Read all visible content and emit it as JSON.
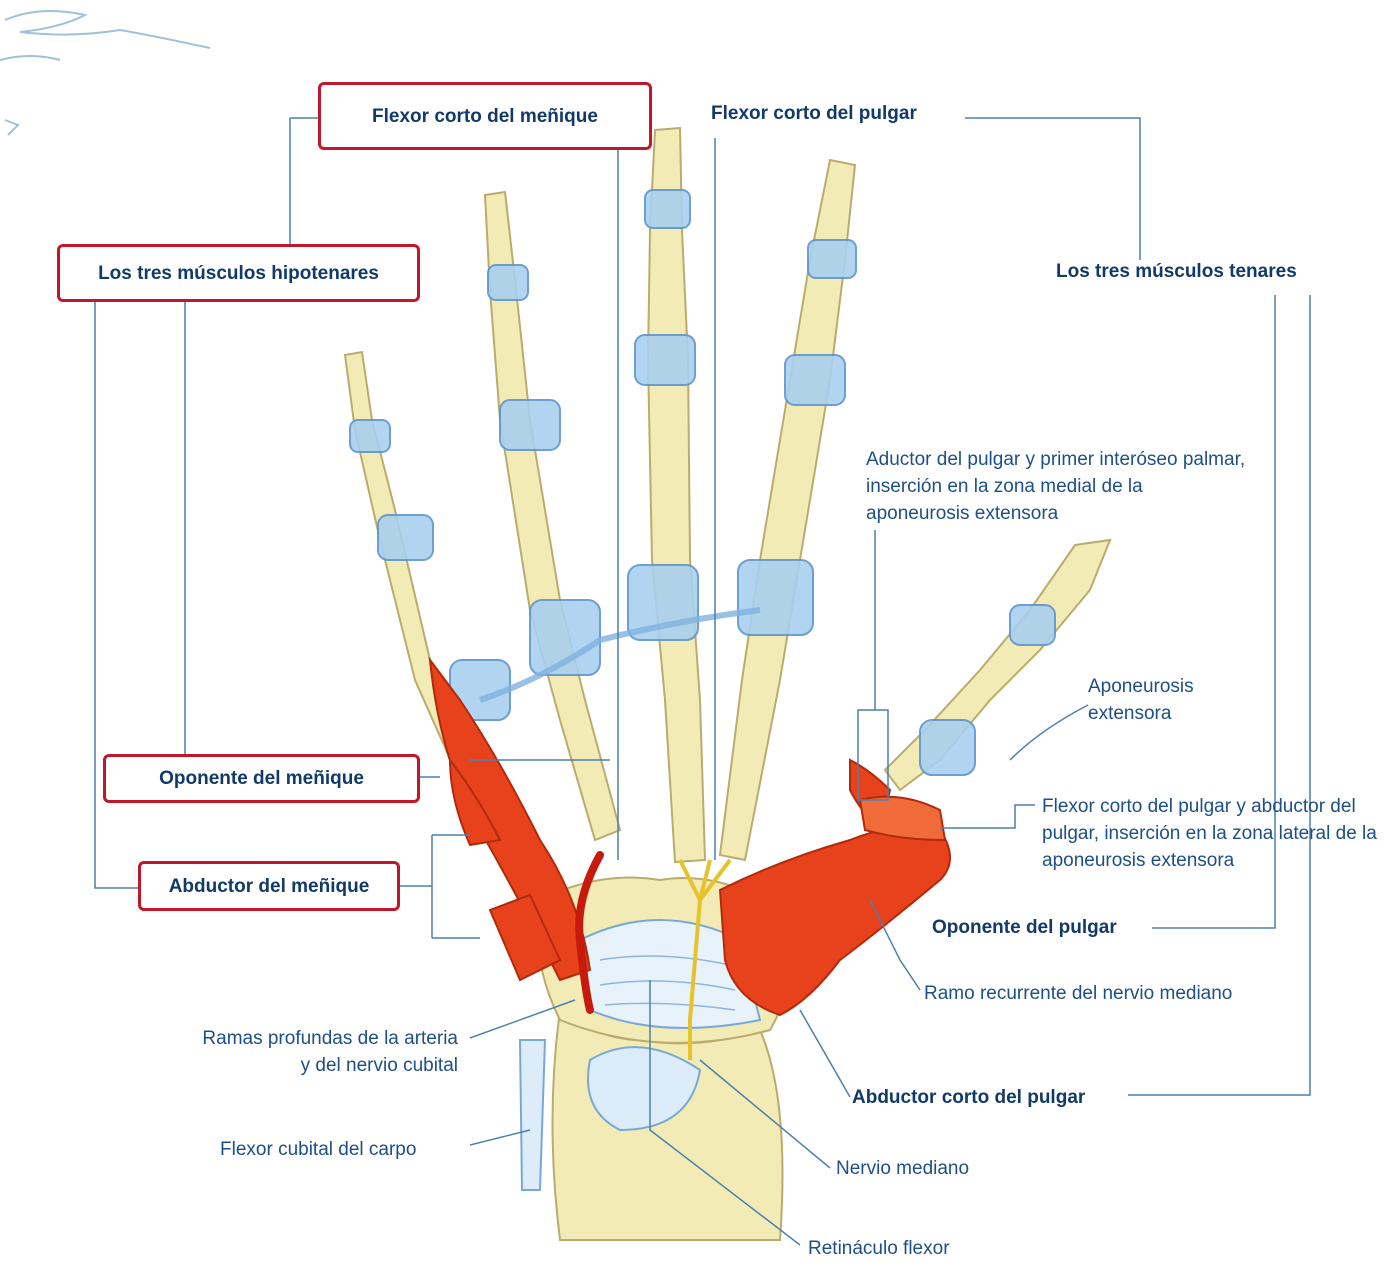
{
  "colors": {
    "leader_line": "#4c7fae",
    "highlight_box": "#c0172b",
    "bone": "#f3ebb6",
    "bone_outline": "#b9ac6c",
    "ligament": "#9fc9ea",
    "muscle": "#e8421c",
    "label_text": "#1e4f86"
  },
  "labels": {
    "flexor_corto_menique": "Flexor corto del meñique",
    "flexor_corto_pulgar": "Flexor corto del pulgar",
    "tres_hipotenares": "Los tres músculos hipotenares",
    "tres_tenares": "Los tres músculos tenares",
    "aductor_pulgar": "Aductor del pulgar y primer interóseo palmar, inserción en la zona medial de la aponeurosis extensora",
    "aponeurosis_extensora": "Aponeurosis extensora",
    "oponente_menique": "Oponente del meñique",
    "flexor_abductor_pulgar": "Flexor corto del pulgar y abductor del pulgar, inserción en la zona lateral de la aponeurosis extensora",
    "abductor_menique": "Abductor del meñique",
    "oponente_pulgar": "Oponente del pulgar",
    "ramo_recurrente": "Ramo recurrente del nervio mediano",
    "ramas_profundas": "Ramas profundas de la arteria y del nervio cubital",
    "abductor_corto_pulgar": "Abductor corto del pulgar",
    "flexor_cubital_carpo": "Flexor cubital del carpo",
    "nervio_mediano": "Nervio mediano",
    "retinaculo_flexor": "Retináculo flexor"
  }
}
